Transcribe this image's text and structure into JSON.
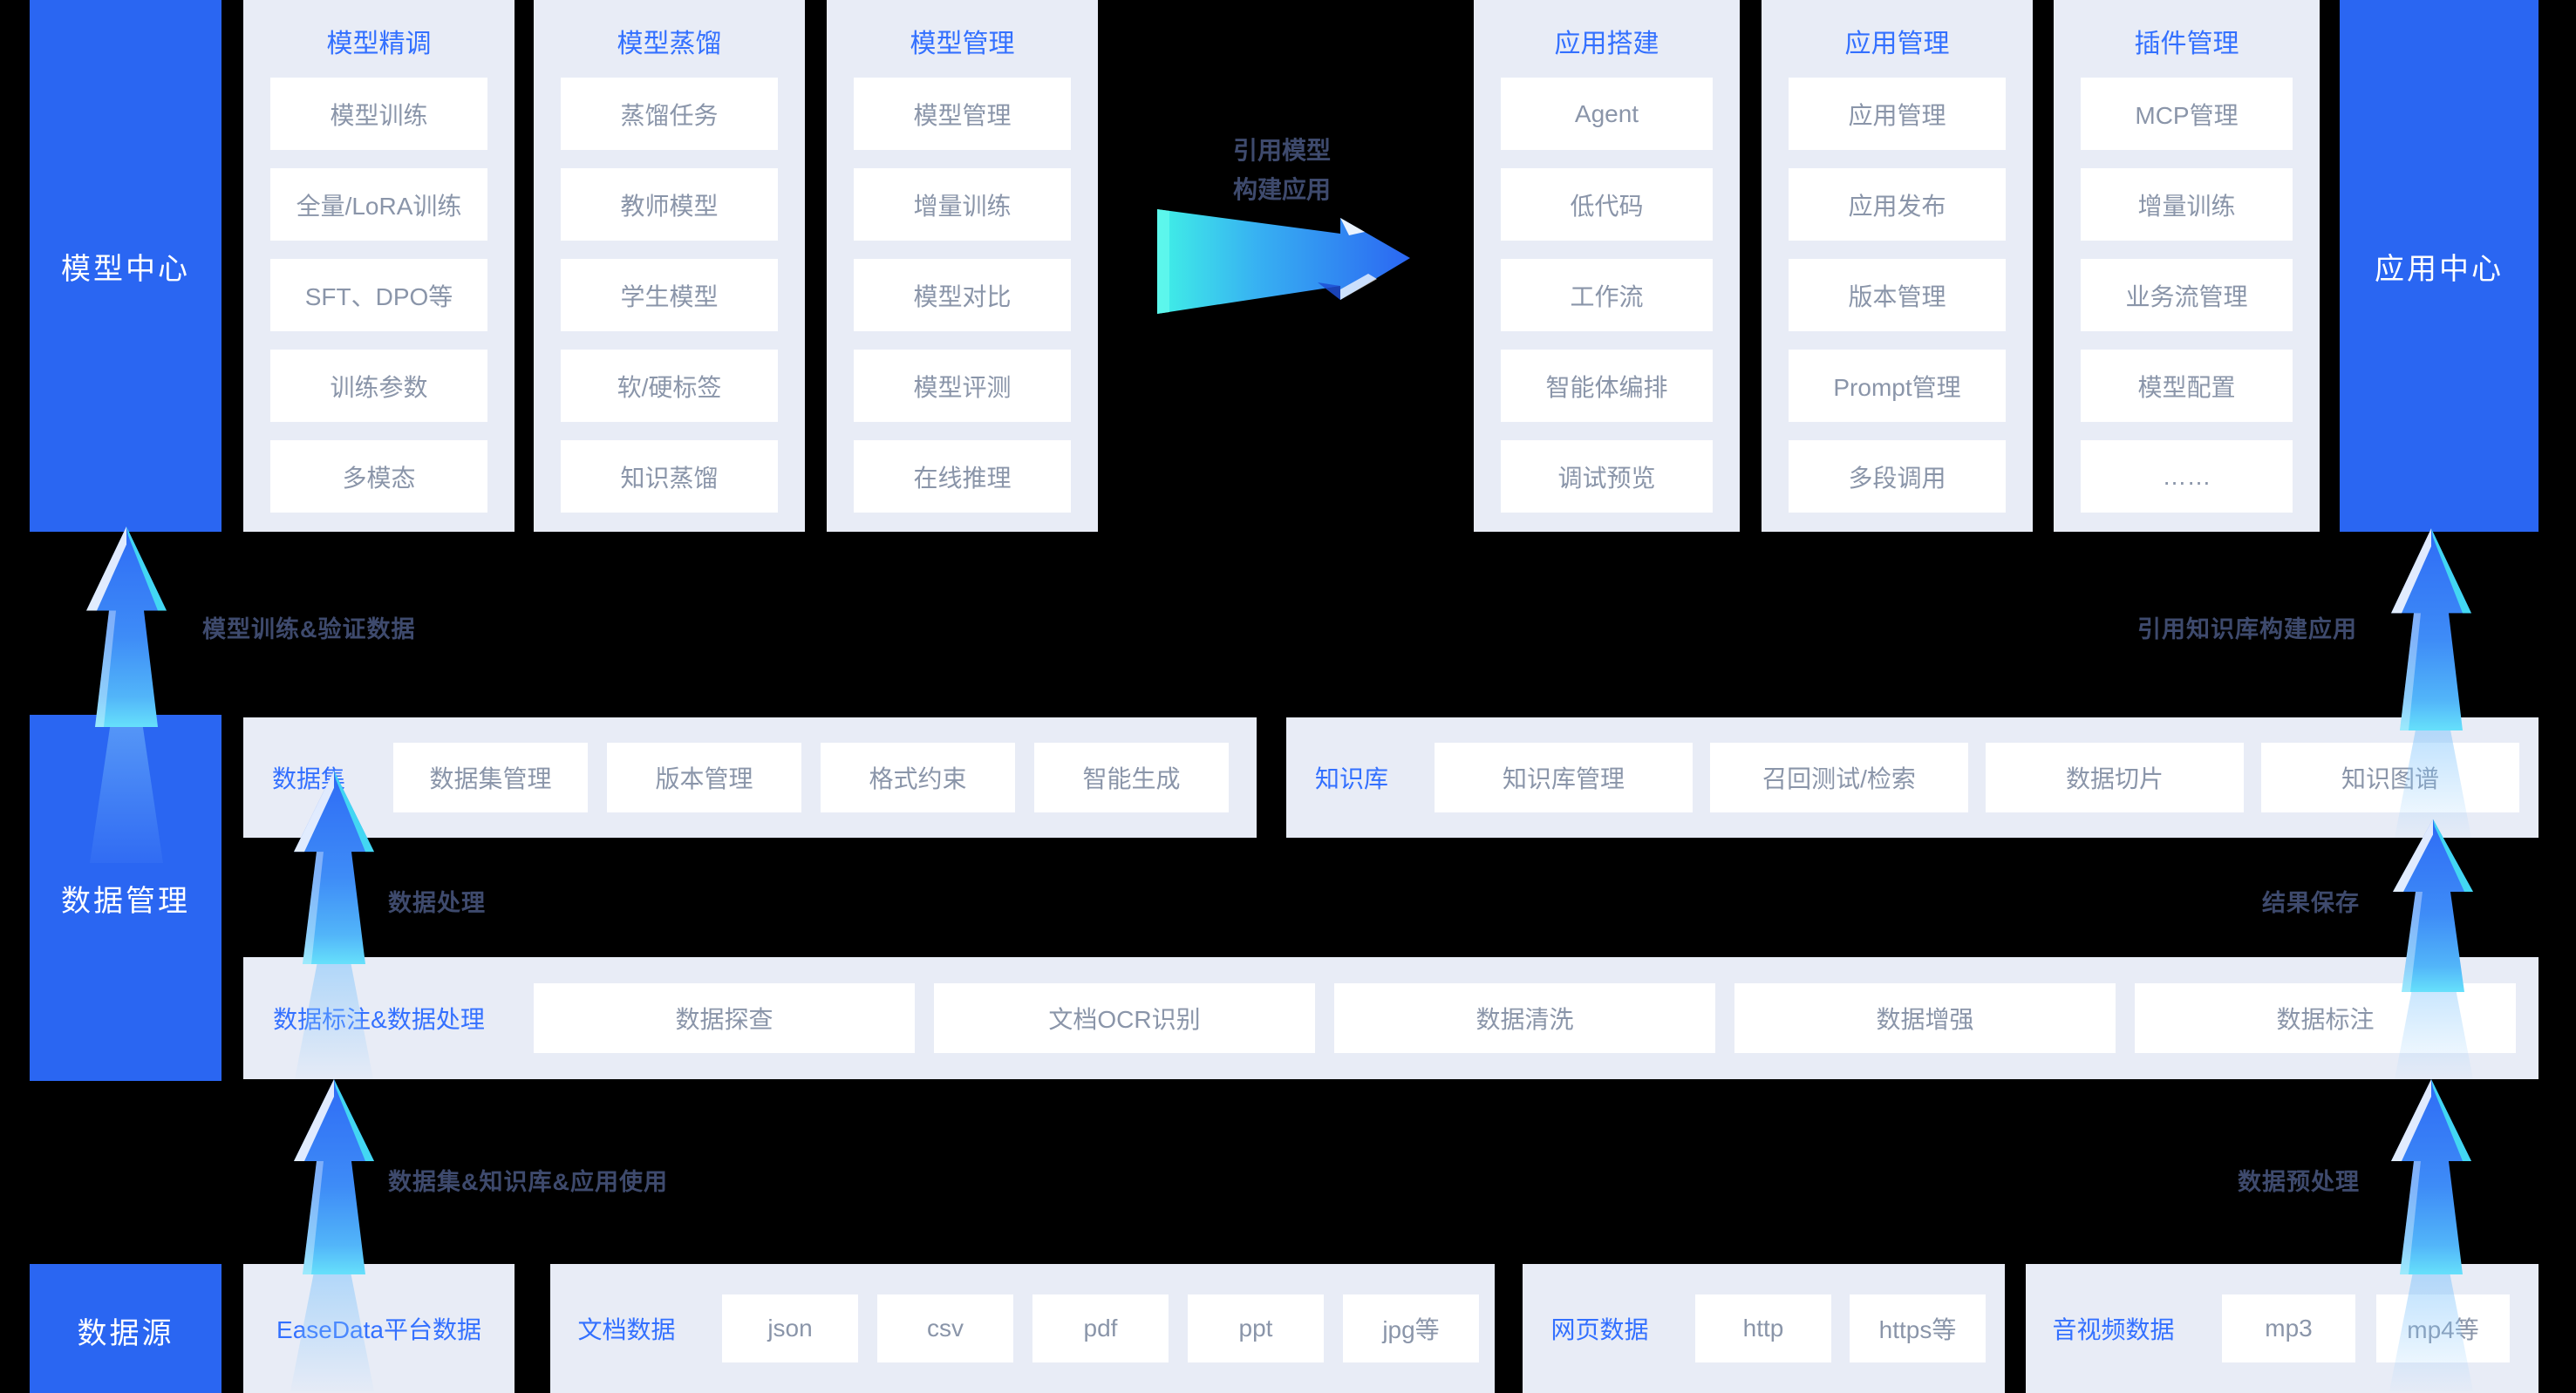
{
  "colors": {
    "background": "#000000",
    "pillar_blue": "#2A66F2",
    "panel_gray": "#E8ECF6",
    "accent_blue": "#3370FF",
    "item_text": "#8A95A9",
    "flow_label_text": "#3E4A6D",
    "arrow_blue": "#2E6BF5",
    "arrow_cyan": "#40F1E6"
  },
  "pillars": {
    "model_center": "模型中心",
    "app_center": "应用中心",
    "data_management": "数据管理",
    "data_source": "数据源"
  },
  "model_columns": [
    {
      "title": "模型精调",
      "items": [
        "模型训练",
        "全量/LoRA训练",
        "SFT、DPO等",
        "训练参数",
        "多模态"
      ]
    },
    {
      "title": "模型蒸馏",
      "items": [
        "蒸馏任务",
        "教师模型",
        "学生模型",
        "软/硬标签",
        "知识蒸馏"
      ]
    },
    {
      "title": "模型管理",
      "items": [
        "模型管理",
        "增量训练",
        "模型对比",
        "模型评测",
        "在线推理"
      ]
    }
  ],
  "app_columns": [
    {
      "title": "应用搭建",
      "items": [
        "Agent",
        "低代码",
        "工作流",
        "智能体编排",
        "调试预览"
      ]
    },
    {
      "title": "应用管理",
      "items": [
        "应用管理",
        "应用发布",
        "版本管理",
        "Prompt管理",
        "多段调用"
      ]
    },
    {
      "title": "插件管理",
      "items": [
        "MCP管理",
        "增量训练",
        "业务流管理",
        "模型配置",
        "……"
      ]
    }
  ],
  "center_arrow": {
    "line1": "引用模型",
    "line2": "构建应用"
  },
  "flow_labels": {
    "train_data": "模型训练&验证数据",
    "kb_build_app": "引用知识库构建应用",
    "data_process": "数据处理",
    "result_save": "结果保存",
    "dataset_usage": "数据集&知识库&应用使用",
    "data_preprocess": "数据预处理"
  },
  "dataset_row": {
    "title": "数据集",
    "items": [
      "数据集管理",
      "版本管理",
      "格式约束",
      "智能生成"
    ]
  },
  "kb_row": {
    "title": "知识库",
    "items": [
      "知识库管理",
      "召回测试/检索",
      "数据切片",
      "知识图谱"
    ]
  },
  "processing_row": {
    "title": "数据标注&数据处理",
    "items": [
      "数据探查",
      "文档OCR识别",
      "数据清洗",
      "数据增强",
      "数据标注"
    ]
  },
  "source_row": {
    "easedata_title": "EaseData平台数据",
    "doc": {
      "title": "文档数据",
      "items": [
        "json",
        "csv",
        "pdf",
        "ppt",
        "jpg等"
      ]
    },
    "web": {
      "title": "网页数据",
      "items": [
        "http",
        "https等"
      ]
    },
    "media": {
      "title": "音视频数据",
      "items": [
        "mp3",
        "mp4等"
      ]
    }
  }
}
